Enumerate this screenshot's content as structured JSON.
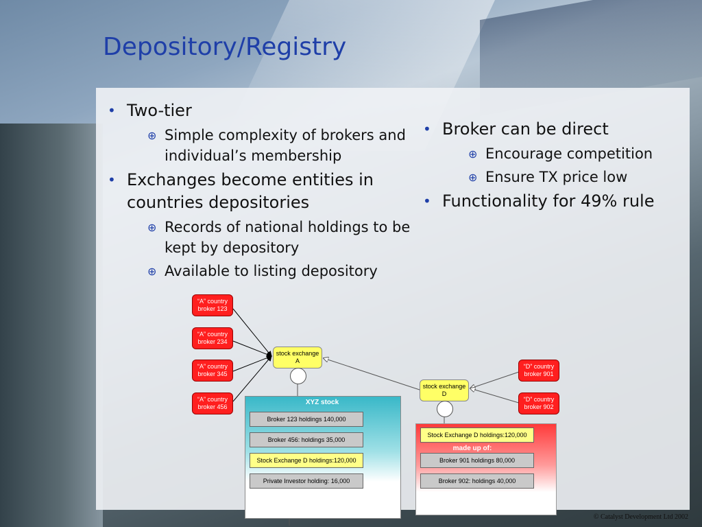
{
  "title": "Depository/Registry",
  "left_bullets": [
    {
      "text": "Two-tier",
      "subs": [
        "Simple complexity of brokers and individual’s membership"
      ]
    },
    {
      "text": "Exchanges become entities in countries depositories",
      "subs": [
        "Records of national holdings to be kept by depository",
        "Available to listing depository"
      ]
    }
  ],
  "right_bullets": [
    {
      "text": "Broker can be direct",
      "subs": [
        "Encourage competition",
        "Ensure TX price low"
      ]
    },
    {
      "text": "Functionality for 49% rule",
      "subs": []
    }
  ],
  "diagram": {
    "a_brokers": [
      "“A” country broker 123",
      "“A” country broker 234",
      "“A” country broker 345",
      "“A” country broker 456"
    ],
    "exchange_a": "stock exchange A",
    "exchange_d": "stock exchange D",
    "d_brokers": [
      "“D” country broker 901",
      "“D” country broker 902"
    ],
    "xyz_title": "XYZ stock",
    "xyz_holdings": [
      "Broker 123 holdings 140,000",
      "Broker 456: holdings 35,000",
      "Stock Exchange D holdings:120,000",
      "Private Investor holding: 16,000"
    ],
    "d_holding": "Stock Exchange D holdings:120,000",
    "made_up": "made up of:",
    "d_holdings": [
      "Broker 901 holdings 80,000",
      "Broker 902: holdings 40,000"
    ]
  },
  "footer": "© Catalyst Development Ltd 2002",
  "colors": {
    "title": "#1f3fa8",
    "broker_red": "#ff1f1f",
    "exchange_yellow": "#ffff66",
    "xyz_teal": "#39b8c8"
  }
}
